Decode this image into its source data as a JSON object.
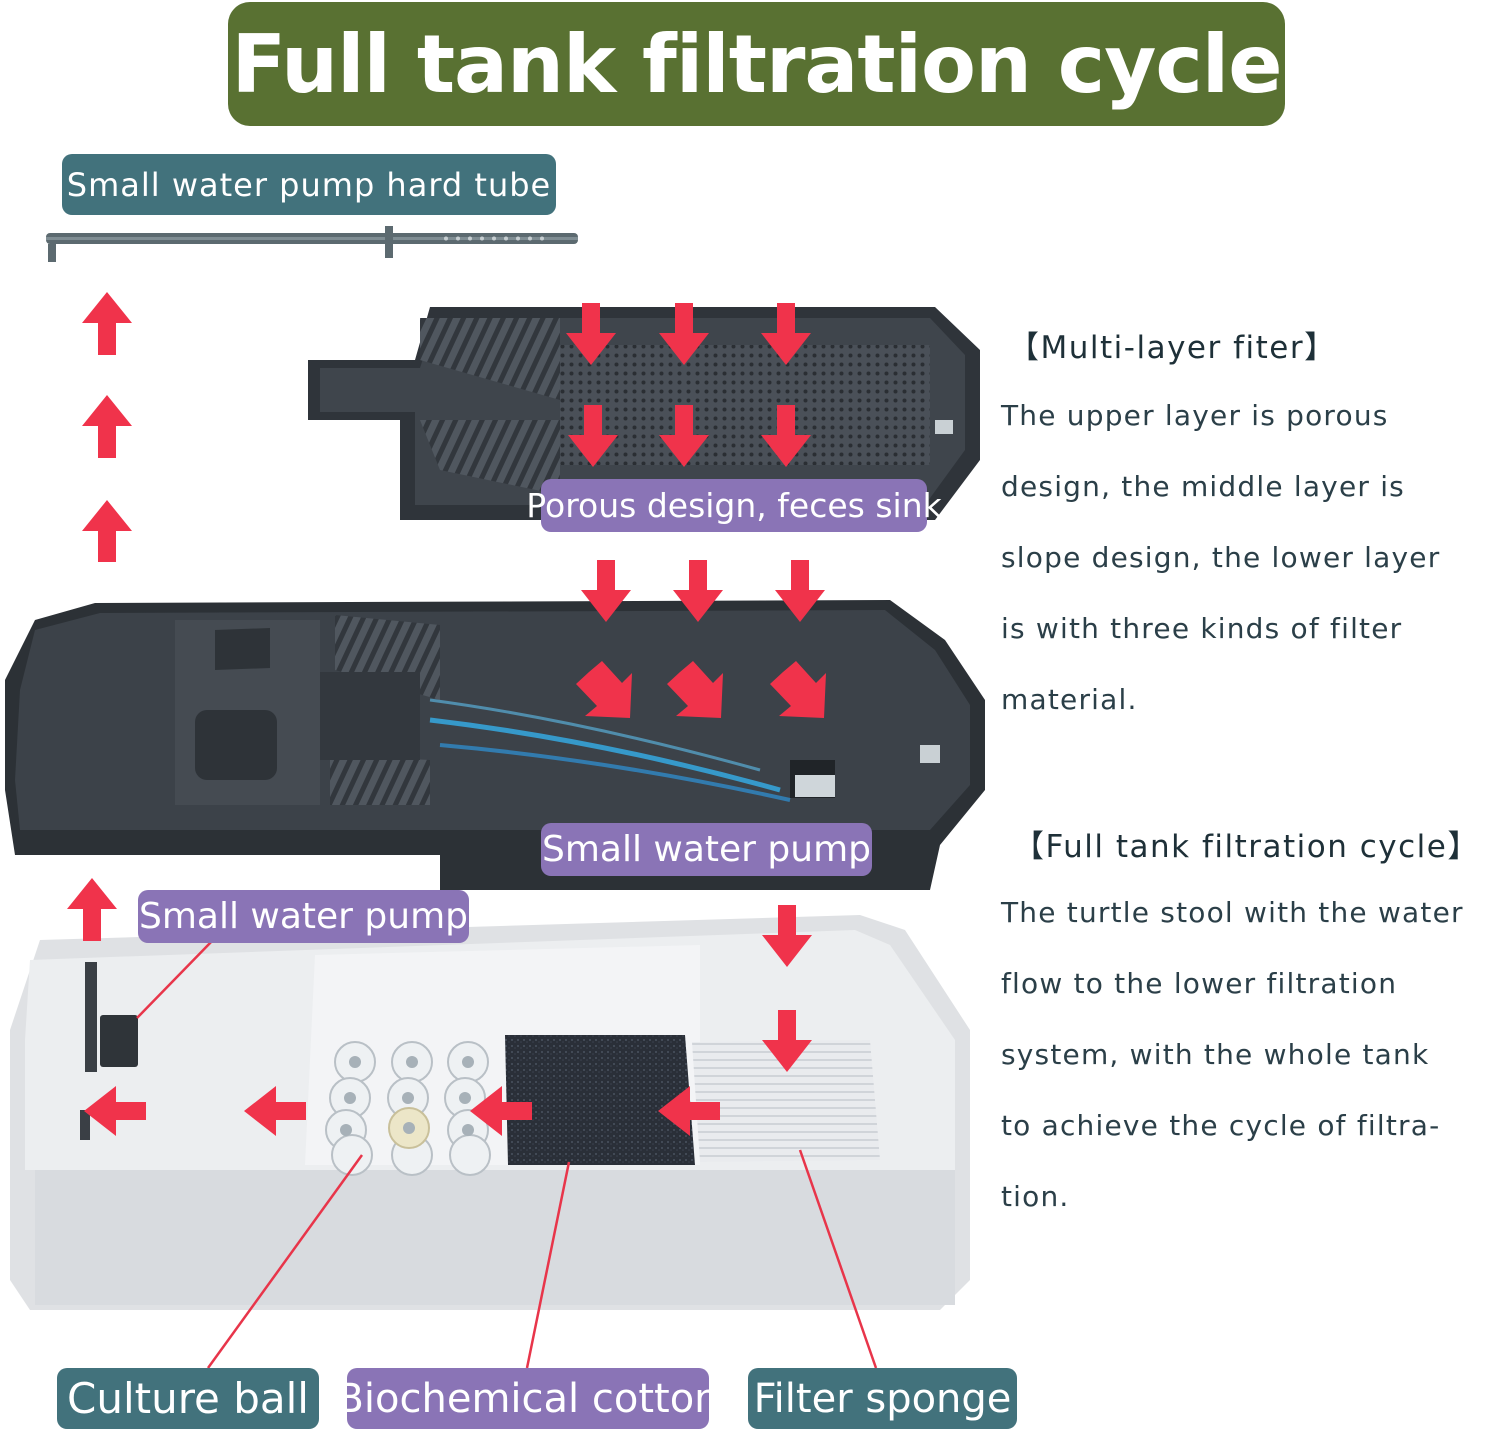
{
  "title": "Full tank filtration cycle",
  "labels": {
    "hard_tube": "Small water pump hard tube",
    "porous": "Porous design, feces sink",
    "pump_middle": "Small water pump",
    "pump_left": "Small water pump",
    "culture_ball": "Culture ball",
    "biochemical_cotton": "Biochemical cotton",
    "filter_sponge": "Filter sponge"
  },
  "sections": [
    {
      "heading": "【Multi-layer fiter】",
      "lines": [
        "The upper layer is porous",
        "design, the middle layer is",
        "slope design, the lower layer",
        "is with three kinds of filter",
        "material."
      ]
    },
    {
      "heading": "【Full tank filtration cycle】",
      "lines": [
        "The turtle stool with the water",
        "flow to the lower filtration",
        "system, with the whole tank",
        "to achieve the cycle of filtra-",
        "tion."
      ]
    }
  ],
  "colors": {
    "title_bg": "#597132",
    "label_teal": "#42727c",
    "label_purple": "#8a74b6",
    "arrow": "#f0334b",
    "tray": "#3b4148",
    "tank": "#e4e5e7"
  }
}
